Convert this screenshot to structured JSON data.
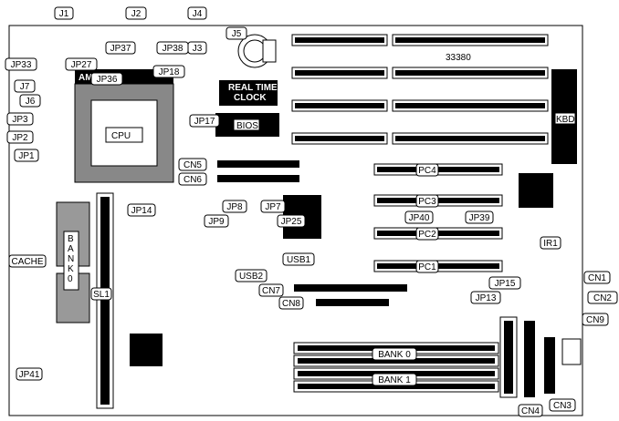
{
  "board": {
    "model": "33380",
    "chips": {
      "cpu": "CPU",
      "bios": "BIOS",
      "rtc_line1": "REAL TIME",
      "rtc_line2": "CLOCK",
      "kbd": "KBD",
      "amd": "AMD",
      "cache_bank": [
        "B",
        "A",
        "N",
        "K",
        "0"
      ]
    },
    "jumpers": [
      "J1",
      "J2",
      "J4",
      "J5",
      "J3",
      "JP37",
      "JP38",
      "JP33",
      "JP27",
      "JP36",
      "JP18",
      "J7",
      "J6",
      "JP3",
      "JP2",
      "JP1",
      "JP17",
      "CN5",
      "CN6",
      "JP14",
      "JP8",
      "JP7",
      "JP9",
      "JP25",
      "CACHE",
      "SL1",
      "USB1",
      "USB2",
      "CN7",
      "CN8",
      "JP41",
      "PC4",
      "PC3",
      "PC2",
      "PC1",
      "JP40",
      "JP39",
      "IR1",
      "JP15",
      "JP13",
      "CN1",
      "CN2",
      "CN9",
      "BANK 0",
      "BANK 1",
      "CN4",
      "CN3"
    ]
  }
}
